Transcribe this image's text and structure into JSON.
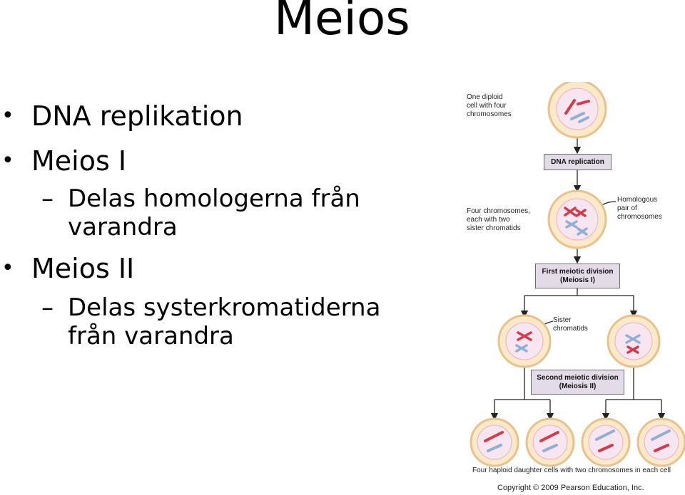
{
  "slide": {
    "title": "Meios",
    "bullets": [
      {
        "level": 1,
        "marker": "•",
        "text": "DNA replikation"
      },
      {
        "level": 1,
        "marker": "•",
        "text": "Meios I"
      },
      {
        "level": 2,
        "marker": "–",
        "text": "Delas homologerna från varandra"
      },
      {
        "level": 1,
        "marker": "•",
        "text": "Meios II"
      },
      {
        "level": 2,
        "marker": "–",
        "text": "Delas systerkromatiderna från varandra"
      }
    ]
  },
  "figure": {
    "labels": {
      "diploid_cell": "One diploid\ncell with four\nchromosomes",
      "four_chromosomes": "Four chromosomes,\neach with two\nsister chromatids",
      "homologous_pair": "Homologous\npair of\nchromosomes",
      "sister_chromatids": "Sister\nchromatids",
      "daughter_cells": "Four haploid daughter cells with two chromosomes in each cell"
    },
    "stages": {
      "dna_replication": "DNA replication",
      "first_division": "First meiotic division\n(Meiosis I)",
      "second_division": "Second meiotic division\n(Meiosis II)"
    },
    "colors": {
      "cell_fill": "#fbe9c9",
      "cell_border": "#e8c18c",
      "nucleus_fill": "#f7e6ef",
      "red_chromosome": "#d23a4e",
      "blue_chromosome": "#8fb0d6",
      "stage_box": "#e3dbe8"
    },
    "copyright": "Copyright © 2009 Pearson Education, Inc."
  }
}
